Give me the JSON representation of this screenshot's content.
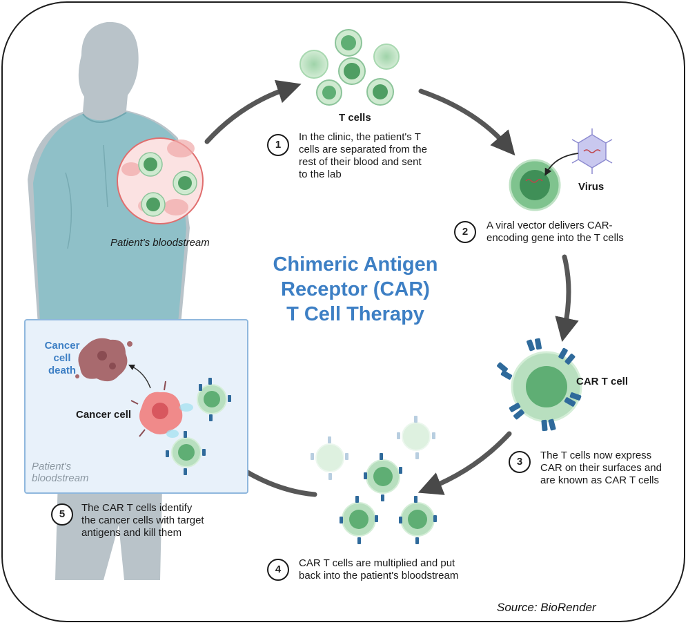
{
  "title": {
    "line1": "Chimeric Antigen",
    "line2": "Receptor (CAR)",
    "line3": "T Cell Therapy"
  },
  "labels": {
    "t_cells": "T cells",
    "virus": "Virus",
    "car_t_cell": "CAR T cell",
    "patients_bloodstream": "Patient's bloodstream",
    "cancer_cell": "Cancer cell",
    "cancer_cell_death": {
      "line1": "Cancer",
      "line2": "cell",
      "line3": "death"
    },
    "inset_bloodstream": {
      "line1": "Patient's",
      "line2": "bloodstream"
    }
  },
  "steps": [
    {
      "number": "1",
      "lines": [
        "In the clinic, the patient's T",
        "cells are separated from the",
        "rest of their blood and sent",
        "to the lab"
      ]
    },
    {
      "number": "2",
      "lines": [
        "A viral vector delivers CAR-",
        "encoding gene into the T cells"
      ]
    },
    {
      "number": "3",
      "lines": [
        "The T cells now express",
        "CAR on their surfaces and",
        "are known as CAR T cells"
      ]
    },
    {
      "number": "4",
      "lines": [
        "CAR T cells are multiplied and put",
        "back into the patient's bloodstream"
      ]
    },
    {
      "number": "5",
      "lines": [
        "The CAR T cells identify",
        "the cancer cells with target",
        "antigens and kill them"
      ]
    }
  ],
  "source": "Source: BioRender",
  "colors": {
    "title": "#3d7fc4",
    "cell_green": "#5fae74",
    "receptor_blue": "#2f6a9b",
    "cancer_red": "#e45a5a",
    "figure_gray": "#b9c3c9",
    "gown": "#8fc0c8"
  }
}
